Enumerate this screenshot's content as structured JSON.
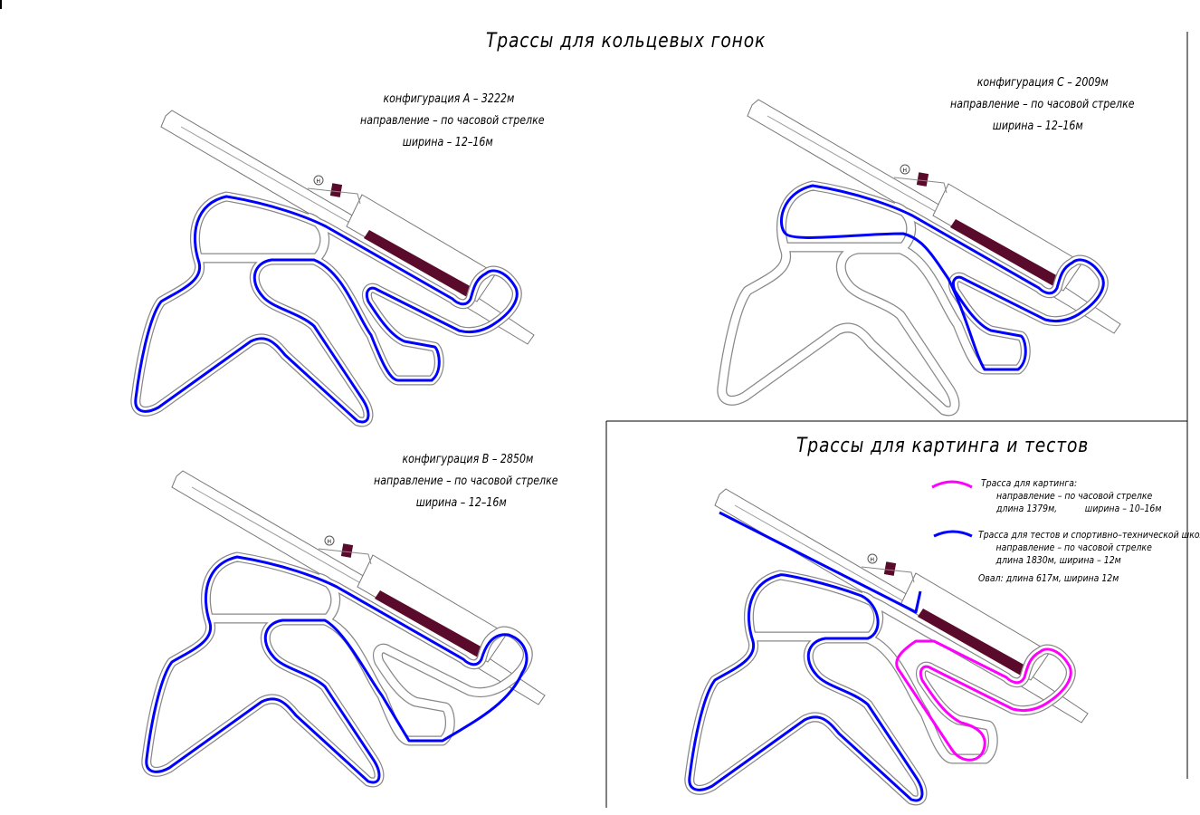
{
  "ring_title": "Трассы для кольцевых гонок",
  "karting_title": "Трассы для картинга и тестов",
  "config_a": {
    "name": "конфигурация А – 3222м",
    "direction": "направление – по часовой стрелке",
    "width": "ширина – 12–16м"
  },
  "config_b": {
    "name": "конфигурация В – 2850м",
    "direction": "направление – по часовой стрелке",
    "width": "ширина – 12–16м"
  },
  "config_c": {
    "name": "конфигурация С – 2009м",
    "direction": "направление – по часовой стрелке",
    "width": "ширина – 12–16м"
  },
  "legend": {
    "karting": {
      "title": "Трасса для картинга:",
      "direction": "направление – по часовой стрелке",
      "length": "длина 1379м,",
      "width": "ширина – 10–16м",
      "color": "#ff00ff"
    },
    "tests": {
      "title": "Трасса для тестов и спортивно–технической школы:",
      "direction": "направление – по часовой стрелке",
      "length_width": "длина 1830м, ширина – 12м",
      "color": "#0000ff"
    },
    "oval": "Овал: длина 617м, ширина 12м"
  },
  "helipad_label": "H",
  "colors": {
    "track_outline": "#8a8a8a",
    "building": "#5a0a2a",
    "route": "#0000ff",
    "karting": "#ff00ff"
  }
}
